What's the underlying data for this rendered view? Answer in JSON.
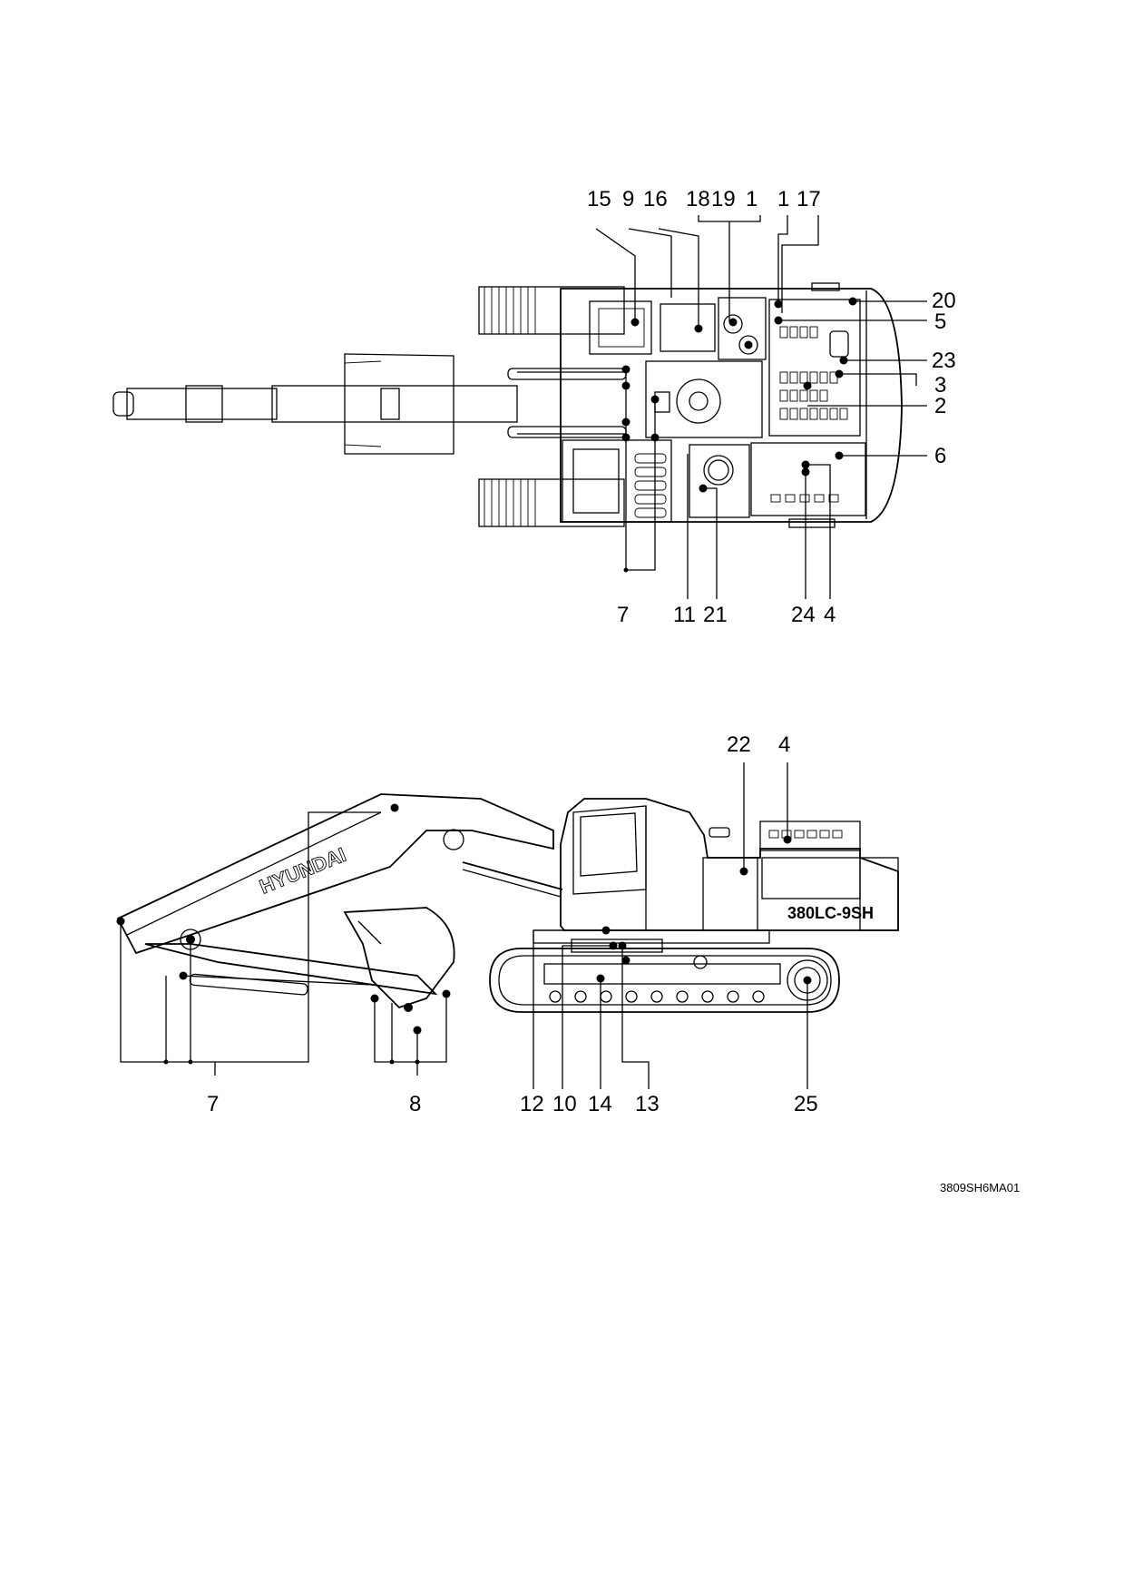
{
  "drawing_code": "3809SH6MA01",
  "top_view": {
    "labels_top": [
      "15",
      "9",
      "16",
      "18",
      "19",
      "1",
      "1",
      "17"
    ],
    "labels_right": [
      "20",
      "5",
      "23",
      "3",
      "2",
      "6"
    ],
    "labels_bottom": [
      "7",
      "11",
      "21",
      "24",
      "4"
    ]
  },
  "side_view": {
    "labels_top": [
      "22",
      "4"
    ],
    "labels_bottom": [
      "7",
      "8",
      "12",
      "10",
      "14",
      "13",
      "25"
    ],
    "brand_text": "HYUNDAI",
    "model_text": "380LC-9SH"
  }
}
